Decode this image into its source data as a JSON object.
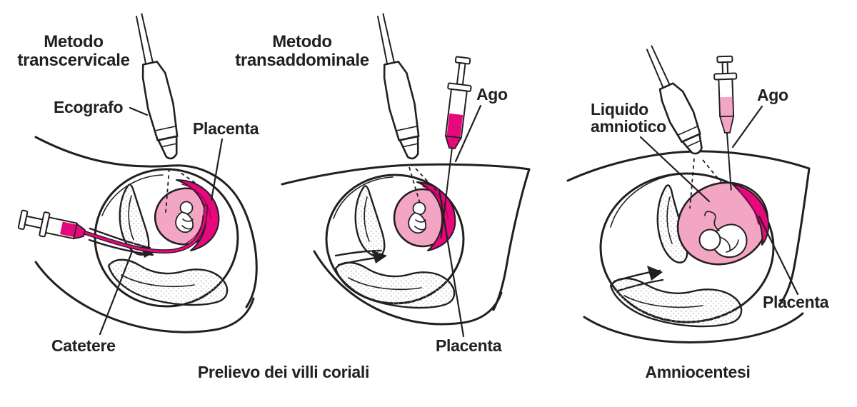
{
  "figure": {
    "colors": {
      "ink": "#231F20",
      "magenta": "#E6087D",
      "pink": "#F3A6C4",
      "placenta_shade": "#A80054",
      "stipple_dot": "#B4ACAC"
    },
    "panels": [
      {
        "name": "metodo-transcervicale",
        "title_line1": "Metodo",
        "title_line2": "transcervicale",
        "labels": {
          "ecografo": "Ecografo",
          "placenta": "Placenta",
          "catetere": "Catetere"
        }
      },
      {
        "name": "metodo-transaddominale",
        "title_line1": "Metodo",
        "title_line2": "transaddominale",
        "labels": {
          "ago": "Ago",
          "placenta": "Placenta"
        }
      },
      {
        "name": "amniocentesi",
        "labels": {
          "liquido_line1": "Liquido",
          "liquido_line2": "amniotico",
          "ago": "Ago",
          "placenta": "Placenta"
        }
      }
    ],
    "captions": {
      "cvs": "Prelievo dei villi coriali",
      "amnio": "Amniocentesi"
    }
  }
}
